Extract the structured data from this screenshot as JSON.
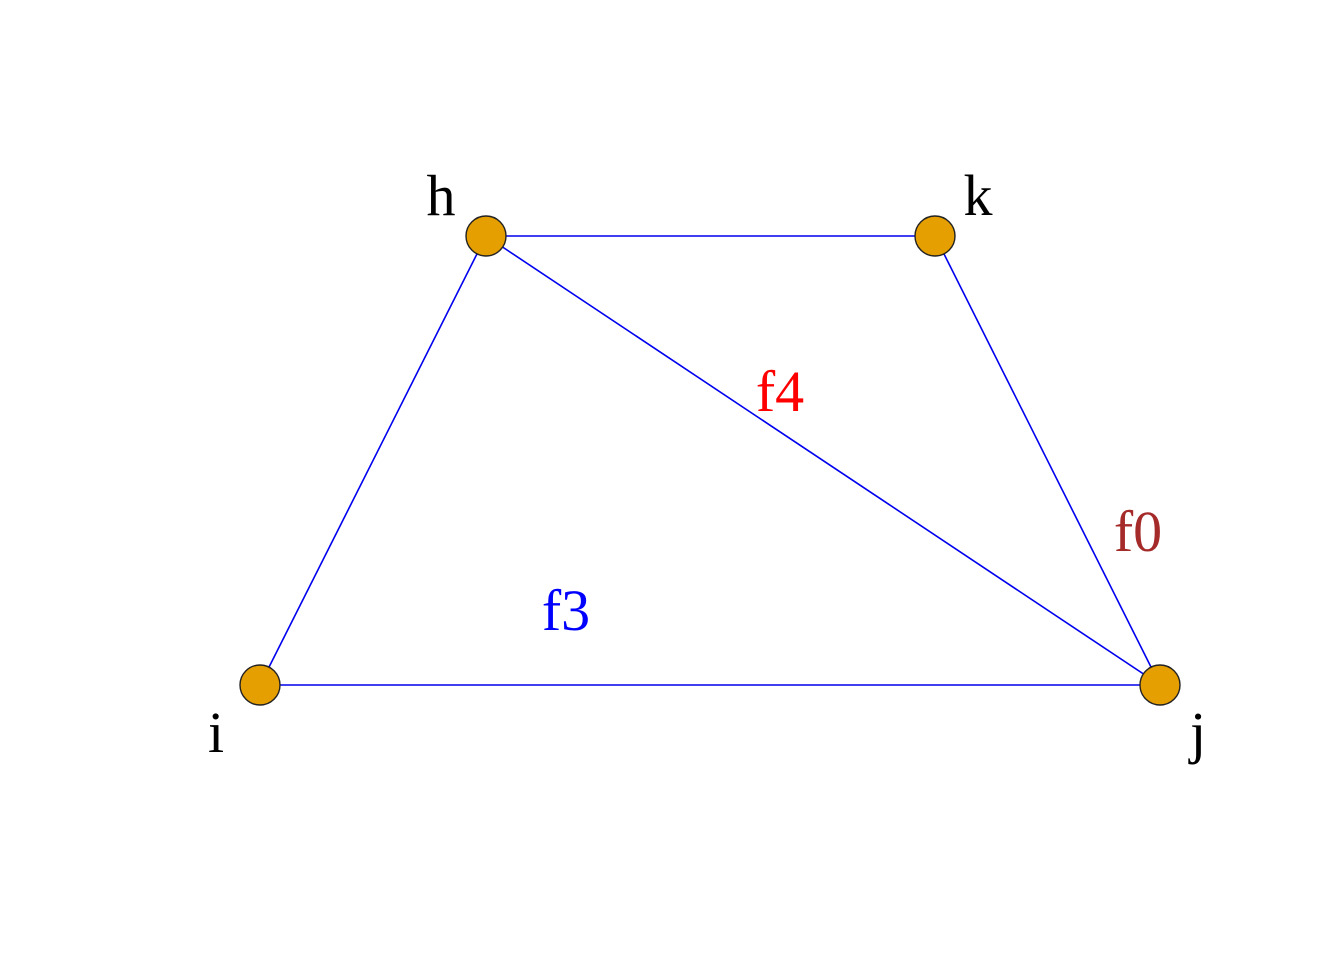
{
  "colors": {
    "edge": "#0000ee",
    "node_fill": "#e69f00",
    "node_stroke": "#222222",
    "vertex_label": "#000000"
  },
  "vertices": [
    {
      "id": "h",
      "label": "h"
    },
    {
      "id": "k",
      "label": "k"
    },
    {
      "id": "i",
      "label": "i"
    },
    {
      "id": "j",
      "label": "j"
    }
  ],
  "edges": [
    {
      "from": "h",
      "to": "k"
    },
    {
      "from": "h",
      "to": "i"
    },
    {
      "from": "h",
      "to": "j"
    },
    {
      "from": "k",
      "to": "j"
    },
    {
      "from": "i",
      "to": "j"
    }
  ],
  "faces": [
    {
      "id": "f4",
      "label": "f4",
      "color": "#ff0000"
    },
    {
      "id": "f0",
      "label": "f0",
      "color": "#a52a2a"
    },
    {
      "id": "f3",
      "label": "f3",
      "color": "#0000ff"
    }
  ]
}
